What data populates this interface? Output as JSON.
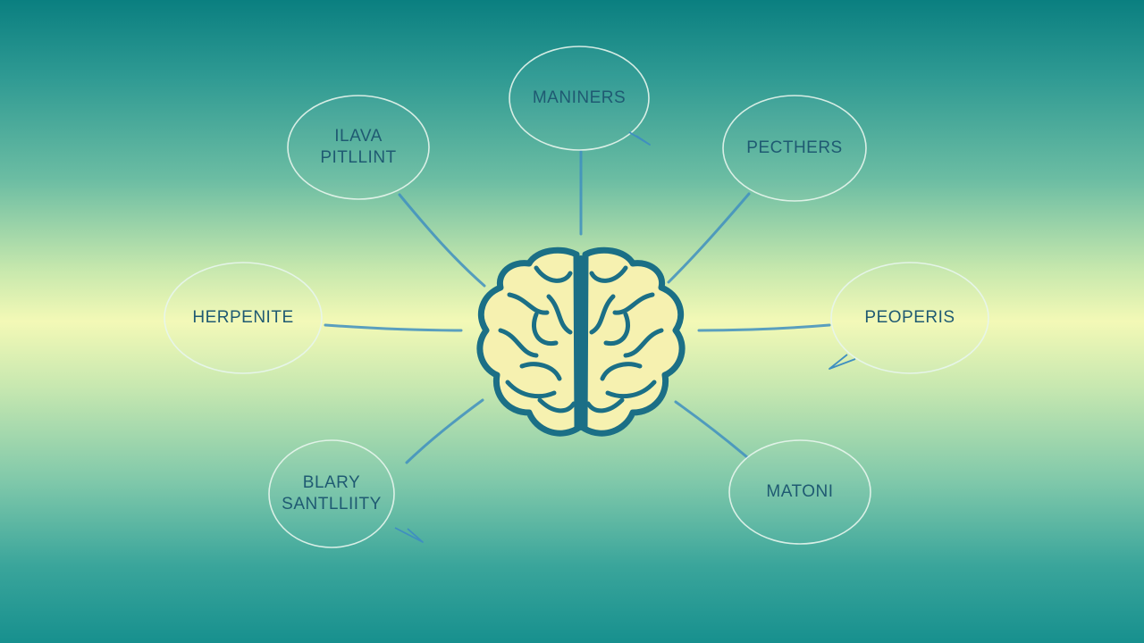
{
  "diagram": {
    "colors": {
      "bubble_stroke": "#e8f6ee",
      "connector": "#3f8fc0",
      "brain_fill": "#f6f1b0",
      "brain_stroke": "#1b6f86",
      "label_text": "#1f5a72"
    },
    "center": {
      "icon": "brain-icon"
    },
    "nodes": [
      {
        "id": "maniners",
        "lines": [
          "MANINERS"
        ]
      },
      {
        "id": "ilava-pitllint",
        "lines": [
          "ILAVA",
          "PITLLINT"
        ]
      },
      {
        "id": "pecthers",
        "lines": [
          "PECTHERS"
        ]
      },
      {
        "id": "herpenite",
        "lines": [
          "HERPENITE"
        ]
      },
      {
        "id": "peoperis",
        "lines": [
          "PEOPERIS"
        ]
      },
      {
        "id": "blary-santlliity",
        "lines": [
          "BLARY",
          "SANTLLIITY"
        ]
      },
      {
        "id": "matoni",
        "lines": [
          "MATONI"
        ]
      }
    ]
  }
}
